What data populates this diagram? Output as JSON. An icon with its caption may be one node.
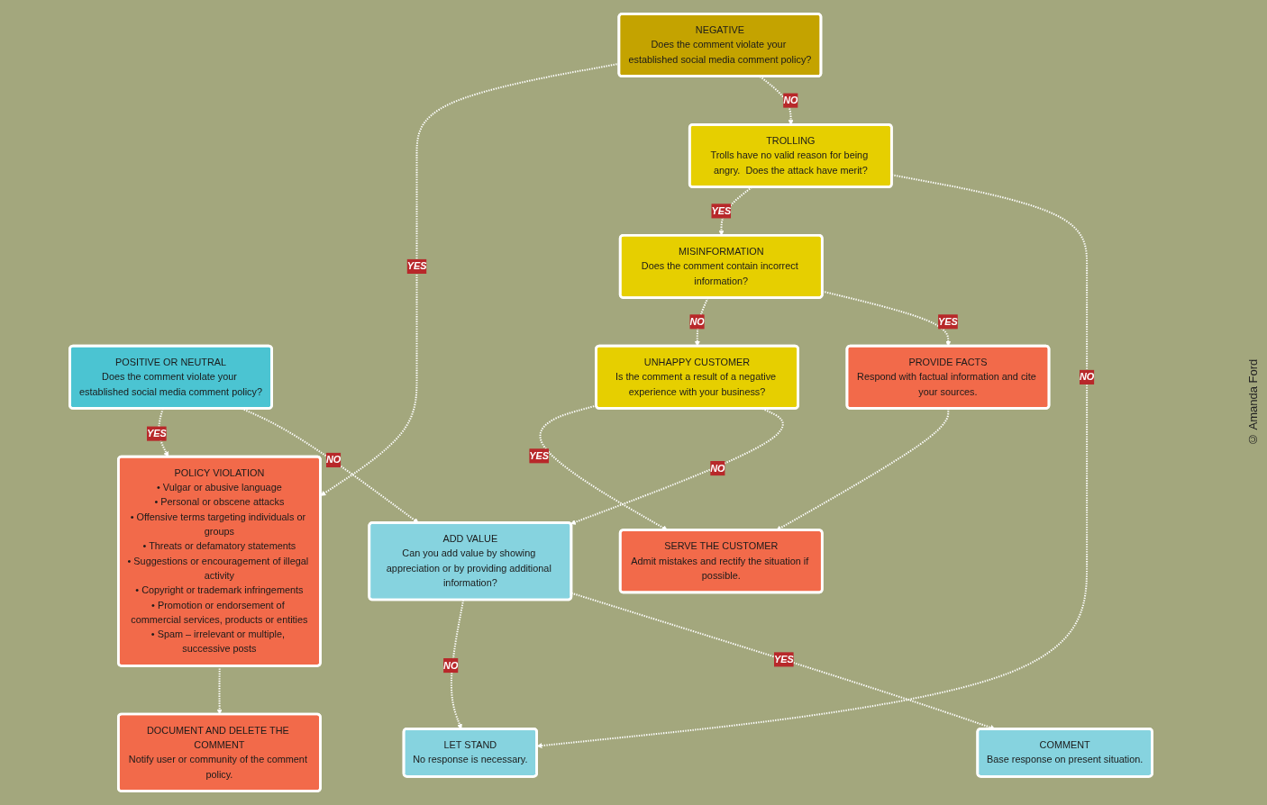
{
  "diagram": {
    "nodes": [
      {
        "text": [
          "POSITIVE OR NEUTRAL",
          "Does the comment violate your established social media comment policy?"
        ]
      },
      {
        "text": [
          "NEGATIVE",
          "Does the comment violate your established social media comment policy?"
        ]
      },
      {
        "text": [
          "POLICY VIOLATION",
          "• Vulgar or abusive language",
          "• Personal or obscene attacks",
          "• Offensive terms targeting individuals or groups",
          "• Threats or defamatory statements",
          "• Suggestions or encouragement of illegal activity",
          "• Copyright or trademark infringements",
          "• Promotion or endorsement of commercial services, products or entities",
          "• Spam – irrelevant or multiple, successive posts"
        ]
      },
      {
        "text": [
          "ADD VALUE",
          "Can you add value by showing appreciation or by providing additional information?"
        ]
      },
      {
        "text": [
          "TROLLING",
          "Trolls have no valid reason for being angry.  Does the attack have merit?"
        ]
      },
      {
        "text": [
          "DOCUMENT AND DELETE THE COMMENT",
          "Notify user or community of the comment policy."
        ]
      },
      {
        "text": [
          "COMMENT",
          "Base response on present situation."
        ]
      },
      {
        "text": [
          "LET STAND",
          "No response is necessary."
        ]
      },
      {
        "text": [
          "MISINFORMATION",
          "Does the comment contain incorrect information?"
        ]
      },
      {
        "text": [
          "PROVIDE FACTS",
          "Respond with factual information and cite your sources."
        ]
      },
      {
        "text": [
          "UNHAPPY CUSTOMER",
          "Is the comment a result of a negative experience with your business?"
        ]
      },
      {
        "text": [
          "SERVE THE CUSTOMER",
          "Admit mistakes and rectify the situation if possible."
        ]
      }
    ],
    "edges": [
      {
        "from": 0,
        "to": 3,
        "arrow": "to",
        "label": "NO",
        "style": "dashed"
      },
      {
        "from": 0,
        "to": 2,
        "arrow": "to",
        "label": "YES",
        "style": "dashed"
      },
      {
        "from": 1,
        "to": 4,
        "arrow": "to",
        "label": "NO",
        "style": "dashed"
      },
      {
        "from": 1,
        "to": 2,
        "arrow": "to",
        "label": "YES",
        "style": "dashed"
      },
      {
        "from": 2,
        "to": 5,
        "arrow": "to",
        "style": "dashed"
      },
      {
        "from": 3,
        "to": 6,
        "arrow": "to",
        "label": "YES",
        "style": "dashed"
      },
      {
        "from": 3,
        "to": 7,
        "arrow": "to",
        "label": "NO",
        "style": "dashed"
      },
      {
        "from": 4,
        "to": 7,
        "arrow": "to",
        "label": "NO",
        "style": "dashed"
      },
      {
        "from": 4,
        "to": 8,
        "arrow": "to",
        "label": "YES",
        "style": "dashed"
      },
      {
        "from": 8,
        "to": 9,
        "arrow": "to",
        "label": "YES",
        "style": "dashed"
      },
      {
        "from": 8,
        "to": 10,
        "arrow": "to",
        "label": "NO",
        "style": "dashed"
      },
      {
        "from": 9,
        "to": 11,
        "arrow": "to",
        "style": "dashed"
      },
      {
        "from": 10,
        "to": 3,
        "arrow": "to",
        "label": "NO",
        "style": "dashed"
      },
      {
        "from": 10,
        "to": 11,
        "arrow": "to",
        "label": "YES",
        "style": "dashed"
      }
    ],
    "labels": [
      "© Amanda Ford"
    ]
  }
}
